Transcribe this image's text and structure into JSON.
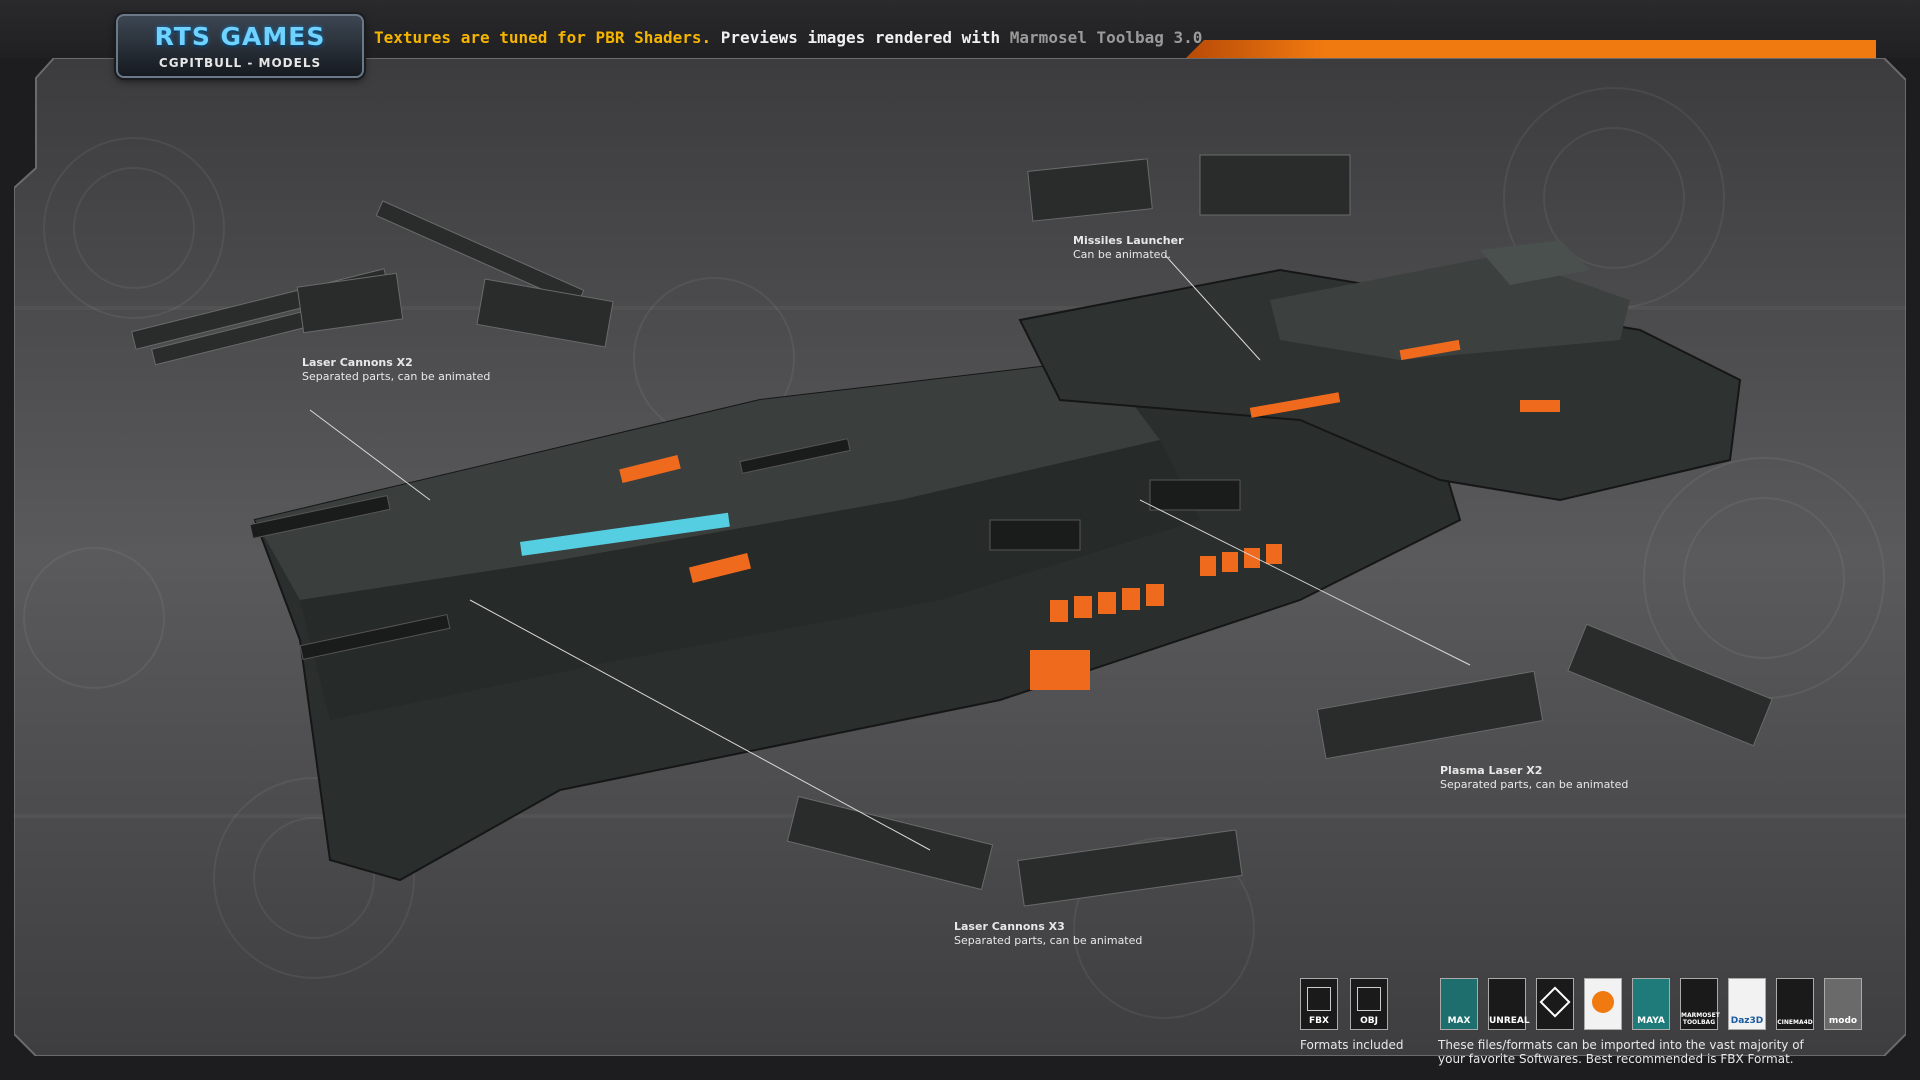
{
  "logo": {
    "title": "RTS GAMES",
    "subtitle": "CGPITBULL - MODELS"
  },
  "header": {
    "part1": "Textures are tuned for PBR Shaders.",
    "part2": " Previews images rendered with ",
    "part3": "Marmosel Toolbag 3.0"
  },
  "callouts": {
    "missiles": {
      "title": "Missiles Launcher",
      "desc": "Can be animated."
    },
    "laser2": {
      "title": "Laser Cannons X2",
      "desc": "Separated parts, can be animated"
    },
    "plasma": {
      "title": "Plasma Laser X2",
      "desc": "Separated parts, can be animated"
    },
    "laser3": {
      "title": "Laser Cannons X3",
      "desc": "Separated parts, can be animated"
    }
  },
  "formats": {
    "items": [
      "FBX",
      "OBJ"
    ],
    "caption": "Formats included"
  },
  "software": {
    "items": [
      "MAX",
      "UNREAL",
      "",
      "",
      "MAYA",
      "MARMOSET TOOLBAG",
      "Daz3D",
      "CINEMA4D",
      "modo"
    ],
    "caption_line1": "These files/formats can be imported into the vast majority of",
    "caption_line2": "your favorite Softwares. Best recommended is FBX Format."
  },
  "colors": {
    "accent": "#f5b400",
    "strip": "#f07a10",
    "hull": "#2c302f",
    "detail": "#f06a1e",
    "glow": "#5ce8ff"
  }
}
